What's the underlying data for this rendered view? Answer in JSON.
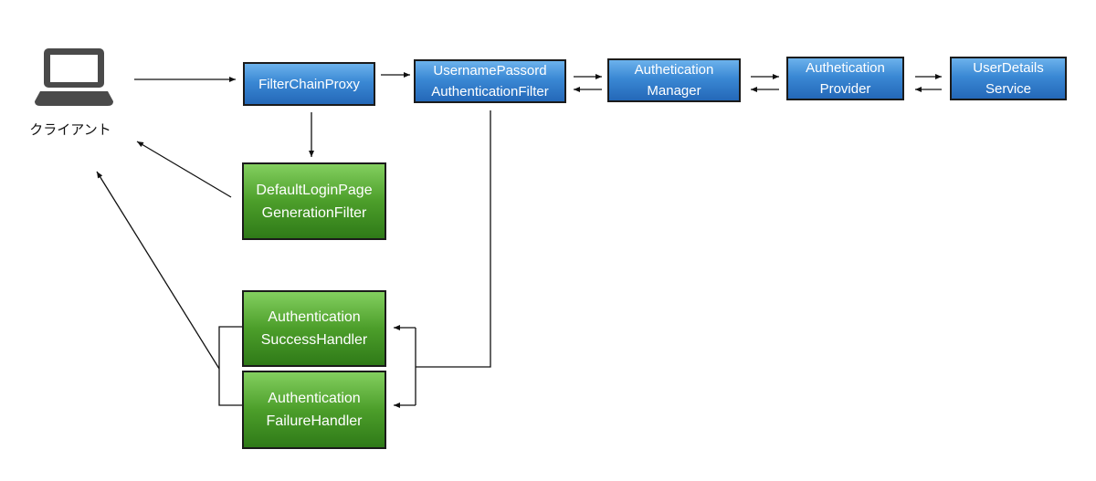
{
  "client": {
    "label": "クライアント",
    "icon": "laptop-icon"
  },
  "nodes": {
    "filter_chain_proxy": "FilterChainProxy",
    "username_password_filter": "UsernamePassord\nAuthenticationFilter",
    "authentication_manager": "Authetication\nManager",
    "authentication_provider": "Authetication\nProvider",
    "user_details_service": "UserDetails\nService",
    "default_login_page_filter": "DefaultLoginPage\nGenerationFilter",
    "success_handler": "Authentication\nSuccessHandler",
    "failure_handler": "Authentication\nFailureHandler"
  },
  "colors": {
    "blue_box": "#3a88d4",
    "green_box": "#4c9e2a",
    "border": "#1b1b1b",
    "arrow": "#111111"
  }
}
